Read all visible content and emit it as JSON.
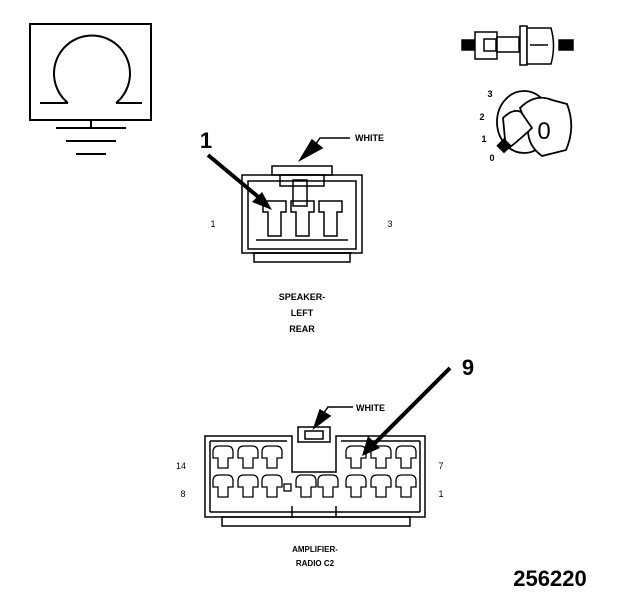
{
  "speaker_connector": {
    "callout": "1",
    "color_label": "WHITE",
    "pin_left": "1",
    "pin_right": "3",
    "name_lines": [
      "SPEAKER-",
      "LEFT",
      "REAR"
    ]
  },
  "amplifier_connector": {
    "callout": "9",
    "color_label": "WHITE",
    "pin_top_left": "14",
    "pin_top_right": "7",
    "pin_bottom_left": "8",
    "pin_bottom_right": "1",
    "name_lines": [
      "AMPLIFIER-",
      "RADIO C2"
    ]
  },
  "key_switch": {
    "positions": [
      "3",
      "2",
      "1",
      "0"
    ],
    "key_marking": "0"
  },
  "figure_number": "256220",
  "icons": [
    "ground-symbol-icon",
    "inline-connector-icon",
    "ignition-key-icon"
  ]
}
